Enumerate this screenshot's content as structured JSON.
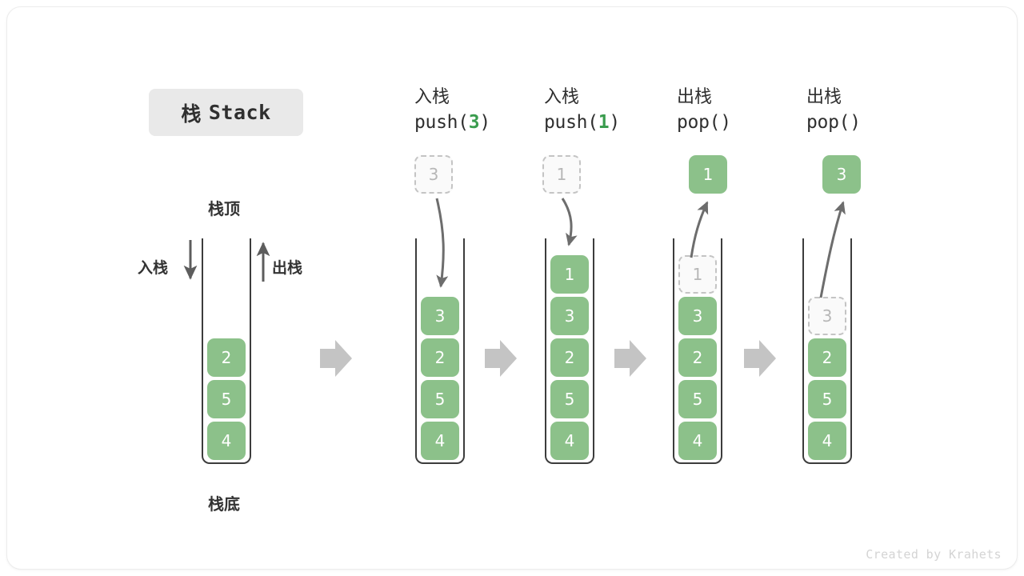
{
  "title": {
    "cjk": "栈",
    "latin": "Stack"
  },
  "footer": {
    "credit": "Created by Krahets"
  },
  "legend": {
    "top_label": "栈顶",
    "bottom_label": "栈底",
    "push_label": "入栈",
    "pop_label": "出栈"
  },
  "colors": {
    "element": "#8cc18a",
    "element_text": "#ffffff",
    "ghost_fill": "#fafafa",
    "ghost_border": "#c4c4c4",
    "ghost_text": "#b7b7b7",
    "tube_stroke": "#3c3c3c",
    "arrow_gray": "#c4c4c4",
    "curve_arrow": "#6d6d6d",
    "accent_green": "#3a9c4e",
    "title_pill_bg": "#e9e9e9"
  },
  "columns": [
    {
      "id": "initial",
      "head_line1": "",
      "head_line2": "",
      "stack": [
        "2",
        "5",
        "4"
      ],
      "floating": null,
      "ghost_in_stack": null
    },
    {
      "id": "push-3",
      "head_line1": "入栈",
      "head_line2_prefix": "push(",
      "head_line2_arg": "3",
      "head_line2_suffix": ")",
      "stack": [
        "3",
        "2",
        "5",
        "4"
      ],
      "floating": {
        "value": "3",
        "style": "ghost"
      },
      "ghost_in_stack": null
    },
    {
      "id": "push-1",
      "head_line1": "入栈",
      "head_line2_prefix": "push(",
      "head_line2_arg": "1",
      "head_line2_suffix": ")",
      "stack": [
        "1",
        "3",
        "2",
        "5",
        "4"
      ],
      "floating": {
        "value": "1",
        "style": "ghost"
      },
      "ghost_in_stack": null
    },
    {
      "id": "pop-1",
      "head_line1": "出栈",
      "head_line2_prefix": "pop(",
      "head_line2_arg": "",
      "head_line2_suffix": ")",
      "stack": [
        "3",
        "2",
        "5",
        "4"
      ],
      "floating": {
        "value": "1",
        "style": "solid"
      },
      "ghost_in_stack": {
        "value": "1"
      }
    },
    {
      "id": "pop-3",
      "head_line1": "出栈",
      "head_line2_prefix": "pop(",
      "head_line2_arg": "",
      "head_line2_suffix": ")",
      "stack": [
        "2",
        "5",
        "4"
      ],
      "floating": {
        "value": "3",
        "style": "solid"
      },
      "ghost_in_stack": {
        "value": "3"
      }
    }
  ]
}
